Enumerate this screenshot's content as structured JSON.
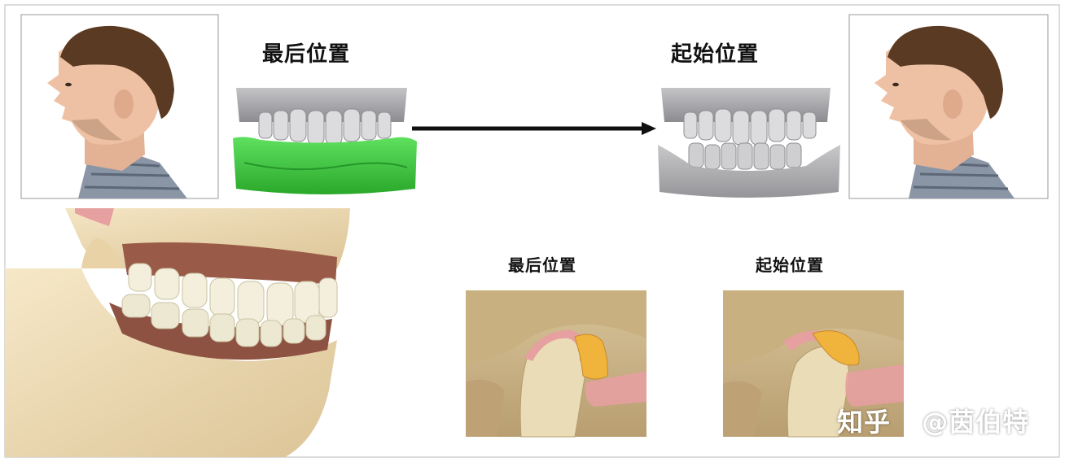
{
  "labels": {
    "top_left": "最后位置",
    "top_right": "起始位置",
    "tmj_left": "最后位置",
    "tmj_right": "起始位置"
  },
  "watermark": {
    "platform": "知乎",
    "author": "@茵伯特"
  },
  "colors": {
    "bite_splint_green": "#3ecb3e",
    "model_gray": "#a8a8ab",
    "bone": "#eedcb4",
    "gum": "#9a5a48",
    "disc": "#f0b43c",
    "cartilage_pink": "#e6a0a0"
  }
}
